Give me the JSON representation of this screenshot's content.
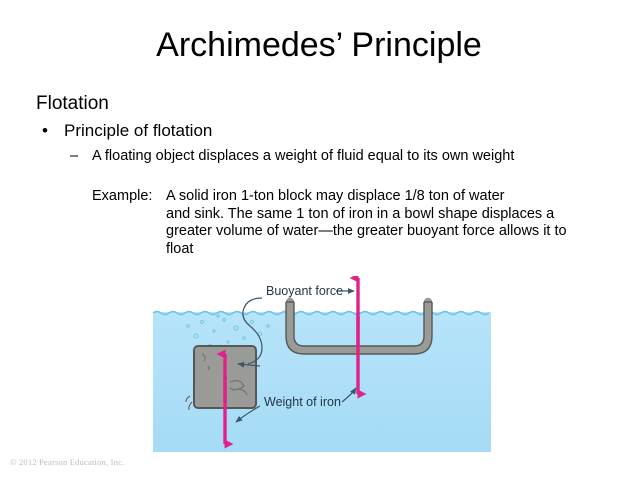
{
  "slide": {
    "title": "Archimedes’ Principle",
    "background_color": "#ffffff"
  },
  "body": {
    "heading": "Flotation",
    "bullet_marker": "•",
    "bullet_level2": "Principle of flotation",
    "dash_marker": "–",
    "bullet_level3": "A floating object displaces a weight of fluid equal to its own weight",
    "example_label": "Example:",
    "example_line1": "A solid iron 1-ton block may displace 1/8 ton of water",
    "example_rest": "and sink. The same 1 ton of iron in a bowl shape displaces a greater volume of water—the greater buoyant force allows it to float"
  },
  "figure": {
    "name": "archimedes-flotation-illustration",
    "water_color": "#a8dcf5",
    "water_color_light": "#bde6f9",
    "metal_color": "#8c8c88",
    "metal_stroke": "#575757",
    "arrow_color": "#e0218a",
    "label_color": "#253746",
    "leader_color": "#3d5668",
    "label_buoyant_force": "Buoyant force",
    "label_weight_of_iron": "Weight of iron"
  },
  "footer": {
    "copyright": "© 2012 Pearson Education, Inc."
  }
}
